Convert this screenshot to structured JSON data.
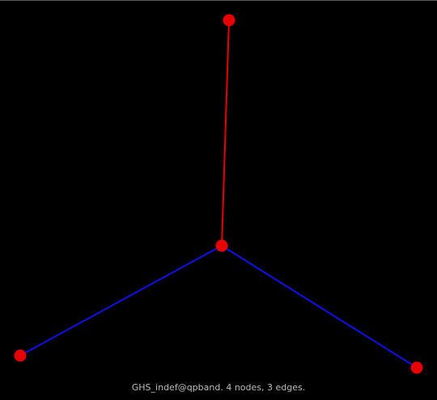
{
  "graph": {
    "caption": "GHS_indef@qpband. 4 nodes, 3 edges.",
    "node_color": "#e60000",
    "nodes": [
      {
        "id": "n0"
      },
      {
        "id": "n1"
      },
      {
        "id": "n2"
      },
      {
        "id": "n3"
      }
    ],
    "edges": [
      {
        "from": "n0",
        "to": "n1",
        "color": "#e60000"
      },
      {
        "from": "n1",
        "to": "n2",
        "color": "#1010e8"
      },
      {
        "from": "n1",
        "to": "n3",
        "color": "#1010e8"
      }
    ]
  }
}
